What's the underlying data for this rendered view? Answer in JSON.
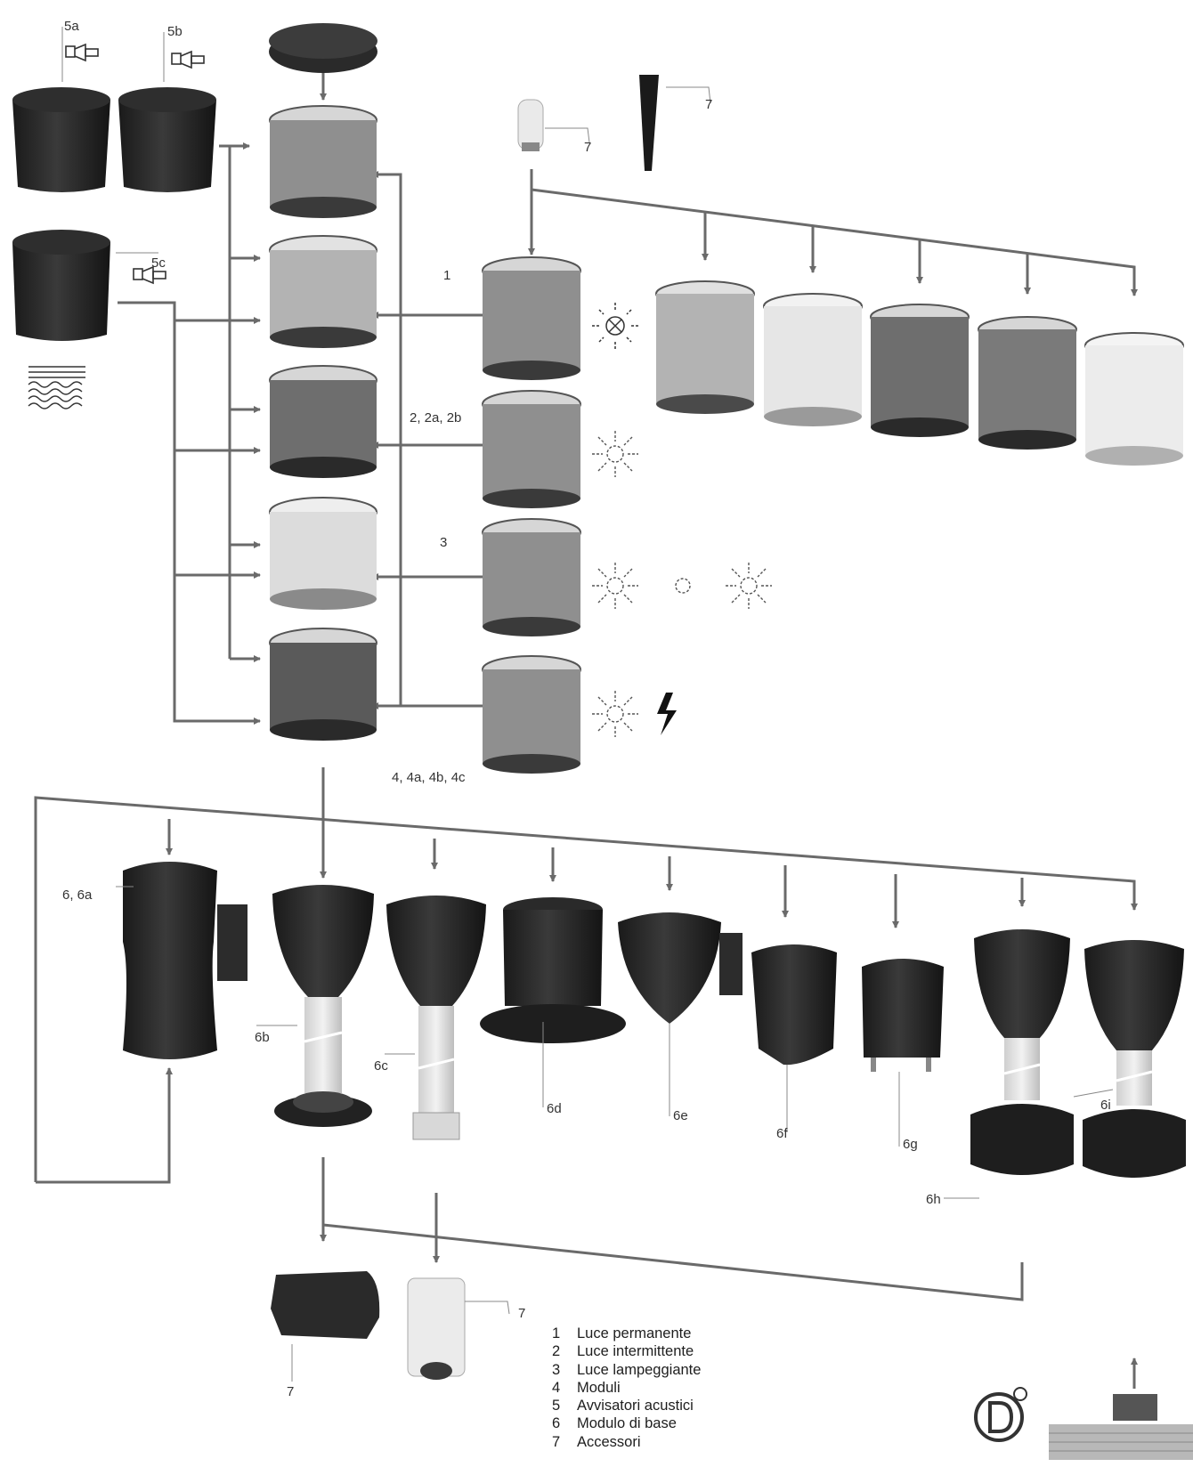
{
  "labels": {
    "l5a": "5a",
    "l5b": "5b",
    "l5c": "5c",
    "l1": "1",
    "l2": "2, 2a, 2b",
    "l3": "3",
    "l4": "4, 4a, 4b, 4c",
    "l6": "6, 6a",
    "l6b": "6b",
    "l6c": "6c",
    "l6d": "6d",
    "l6e": "6e",
    "l6f": "6f",
    "l6g": "6g",
    "l6h": "6h",
    "l6i": "6i",
    "l7a": "7",
    "l7b": "7",
    "l7c": "7",
    "l7d": "7"
  },
  "legend": [
    {
      "num": "1",
      "text": "Luce permanente"
    },
    {
      "num": "2",
      "text": "Luce intermittente"
    },
    {
      "num": "3",
      "text": "Luce lampeggiante"
    },
    {
      "num": "4",
      "text": "Moduli"
    },
    {
      "num": "5",
      "text": "Avvisatori acustici"
    },
    {
      "num": "6",
      "text": "Modulo di base"
    },
    {
      "num": "7",
      "text": "Accessori"
    }
  ],
  "colors": {
    "module_green": "#8f8f8f",
    "module_yellow": "#b3b3b3",
    "module_red": "#6e6e6e",
    "module_white": "#dcdcdc",
    "module_blue": "#5a5a5a",
    "base_black": "#222222",
    "arrow": "#6a6a6a"
  },
  "icons": [
    "horn-icon",
    "sound-wave-icon",
    "steady-light-icon",
    "flash-light-icon",
    "lightning-icon",
    "d-logo-icon"
  ]
}
